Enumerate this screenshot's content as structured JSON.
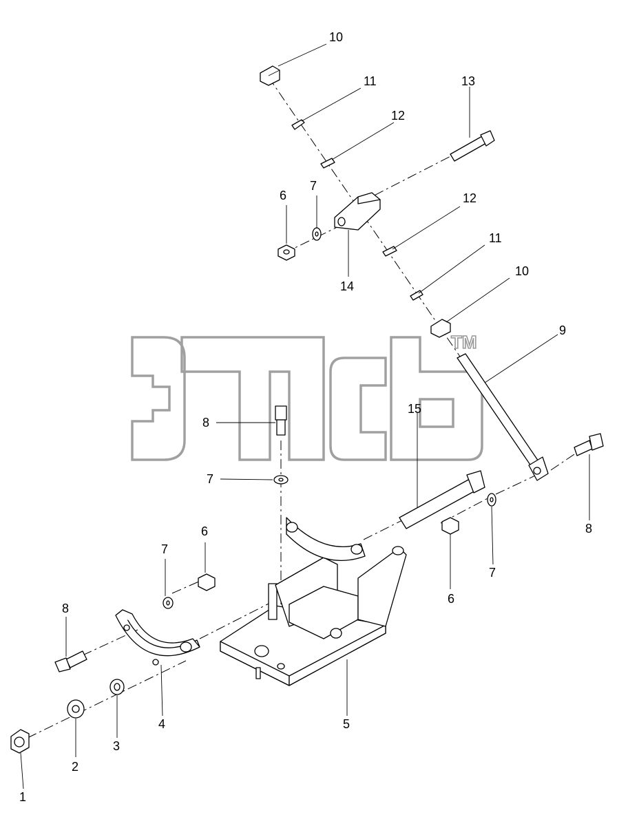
{
  "watermark": {
    "trademark": "TM"
  },
  "callouts": {
    "c1": "1",
    "c2": "2",
    "c3": "3",
    "c4": "4",
    "c5": "5",
    "c6a": "6",
    "c6b": "6",
    "c6c": "6",
    "c7a": "7",
    "c7b": "7",
    "c7c": "7",
    "c7d": "7",
    "c8a": "8",
    "c8b": "8",
    "c8c": "8",
    "c9": "9",
    "c10a": "10",
    "c10b": "10",
    "c11a": "11",
    "c11b": "11",
    "c12a": "12",
    "c12b": "12",
    "c13": "13",
    "c14": "14",
    "c15": "15"
  }
}
